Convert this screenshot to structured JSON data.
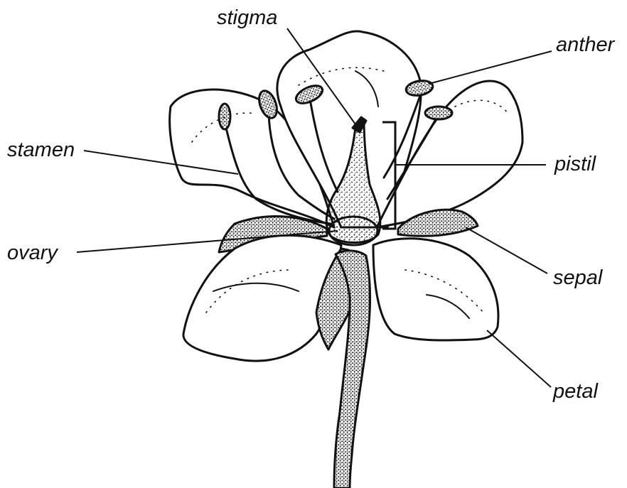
{
  "labels": {
    "stigma": "stigma",
    "anther": "anther",
    "stamen": "stamen",
    "pistil": "pistil",
    "ovary": "ovary",
    "sepal": "sepal",
    "petal": "petal"
  },
  "colors": {
    "ink": "#111111",
    "paper": "#ffffff"
  }
}
